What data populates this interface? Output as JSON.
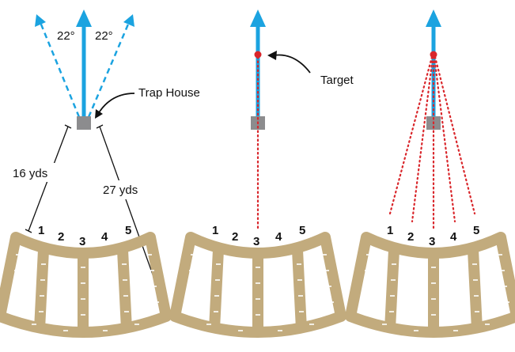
{
  "colors": {
    "accent_blue": "#1ba3e0",
    "trap_house": "#8c8c8e",
    "station_pad": "#c2ab7d",
    "target_red": "#d9262b",
    "line_black": "#111111"
  },
  "panel_1": {
    "angle_left": "22°",
    "angle_right": "22°",
    "trap_house_label": "Trap House",
    "dist_short": "16 yds",
    "dist_long": "27 yds",
    "stations": [
      "1",
      "2",
      "3",
      "4",
      "5"
    ]
  },
  "panel_2": {
    "target_label": "Target",
    "stations": [
      "1",
      "2",
      "3",
      "4",
      "5"
    ]
  },
  "panel_3": {
    "stations": [
      "1",
      "2",
      "3",
      "4",
      "5"
    ]
  },
  "icons": {
    "trap_house": "trap-house-icon",
    "target": "target-dot-icon",
    "arrow": "arrow-up-icon"
  }
}
